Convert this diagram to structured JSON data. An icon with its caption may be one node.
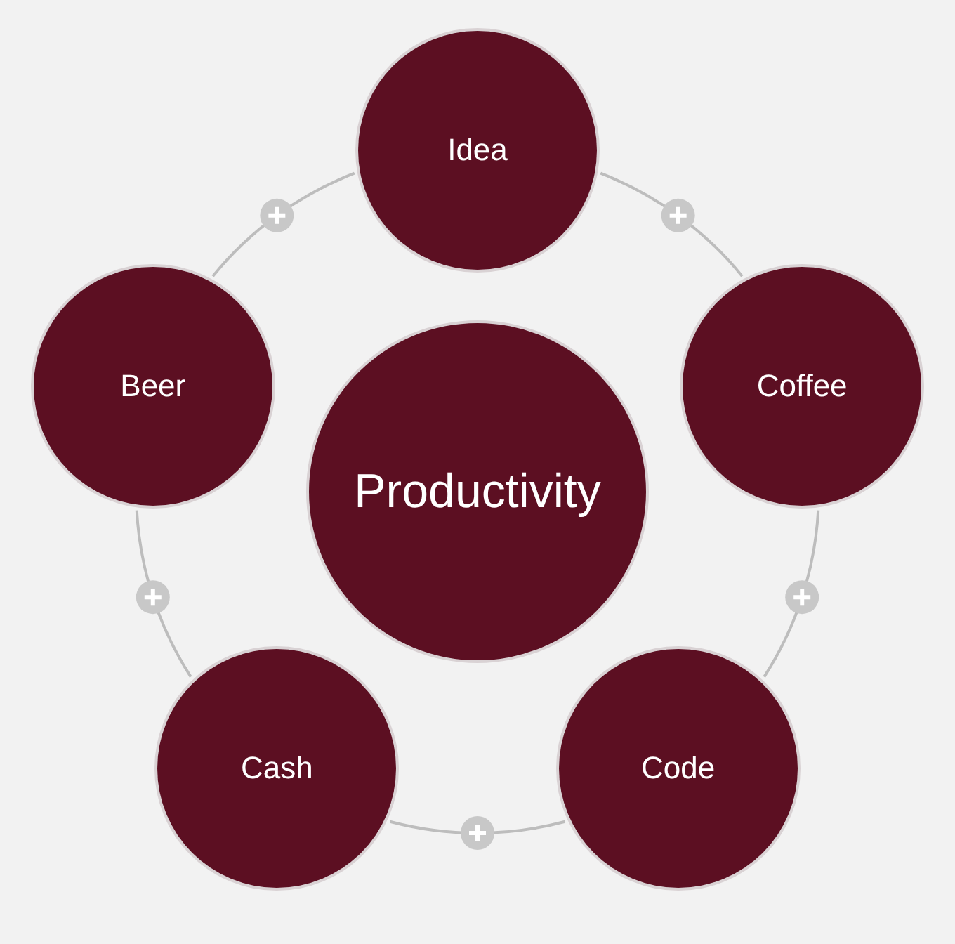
{
  "diagram": {
    "nodes": [
      {
        "text": [
          "Idea"
        ]
      },
      {
        "text": [
          "Coffee"
        ]
      },
      {
        "text": [
          "Code"
        ]
      },
      {
        "text": [
          "Cash"
        ]
      },
      {
        "text": [
          "Beer"
        ]
      },
      {
        "text": [
          "Productivity"
        ]
      }
    ],
    "edges": [
      {
        "from": 0,
        "to": 1,
        "arrow": "none"
      },
      {
        "from": 1,
        "to": 2,
        "arrow": "none"
      },
      {
        "from": 2,
        "to": 3,
        "arrow": "none"
      },
      {
        "from": 3,
        "to": 4,
        "arrow": "none"
      },
      {
        "from": 4,
        "to": 0,
        "arrow": "none"
      }
    ]
  }
}
